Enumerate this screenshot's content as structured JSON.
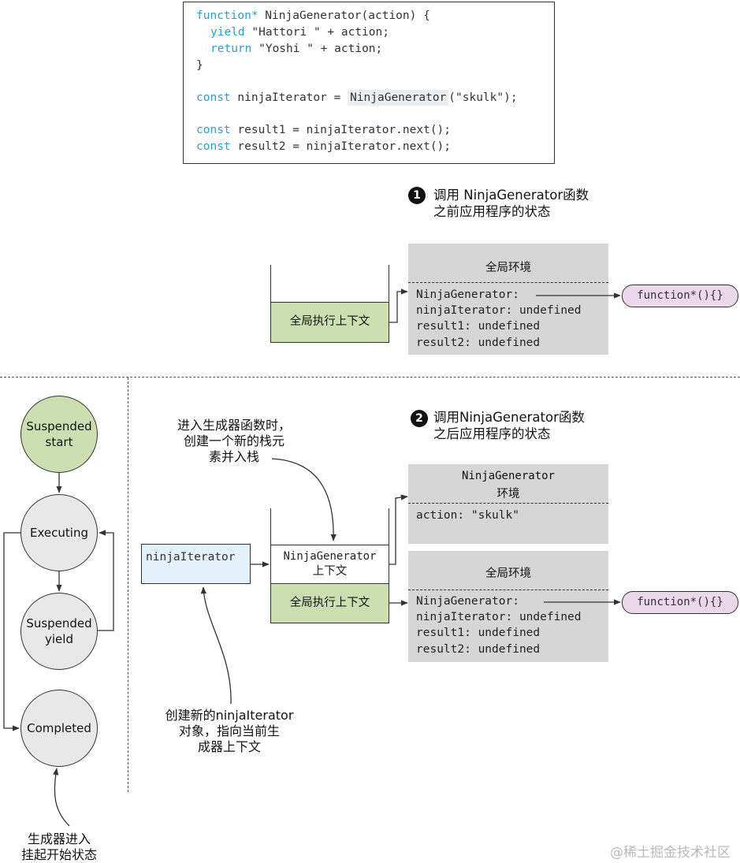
{
  "code": {
    "line1_kw": "function*",
    "line1_rest": " NinjaGenerator(action) {",
    "line2_kw": "yield",
    "line2_rest": " \"Hattori \" + action;",
    "line3_kw": "return",
    "line3_rest": " \"Yoshi \" + action;",
    "line4": "}",
    "line5_kw": "const",
    "line5_mid": " ninjaIterator = ",
    "line5_hl": "NinjaGenerator",
    "line5_end": "(\"skulk\");",
    "line6_kw": "const",
    "line6_rest": " result1 = ninjaIterator.next();",
    "line7_kw": "const",
    "line7_rest": " result2 = ninjaIterator.next();"
  },
  "step1": {
    "badge": "1",
    "line1": "调用 NinjaGenerator函数",
    "line2": "之前应用程序的状态"
  },
  "step2": {
    "badge": "2",
    "line1": "调用NinjaGenerator函数",
    "line2": "之后应用程序的状态"
  },
  "top_section": {
    "stack_frame": "全局执行上下文",
    "global_env": {
      "title": "全局环境",
      "lines": [
        "NinjaGenerator:",
        "ninjaIterator: undefined",
        "result1: undefined",
        "result2: undefined"
      ]
    },
    "func_pill": "function*(){}"
  },
  "bottom_section": {
    "ninja_env": {
      "title1": "NinjaGenerator",
      "title2": "环境",
      "lines": [
        "action: \"skulk\""
      ]
    },
    "global_env": {
      "title": "全局环境",
      "lines": [
        "NinjaGenerator:",
        "ninjaIterator: undefined",
        "result1: undefined",
        "result2: undefined"
      ]
    },
    "func_pill": "function*(){}",
    "stack_frame_ninja_1": "NinjaGenerator",
    "stack_frame_ninja_2": "上下文",
    "stack_frame_global": "全局执行上下文",
    "iterator_box": "ninjaIterator",
    "note_top": [
      "进入生成器函数时，",
      "创建一个新的栈元",
      "素并入栈"
    ],
    "note_bottom": [
      "创建新的ninjaIterator",
      "对象，指向当前生",
      "成器上下文"
    ]
  },
  "states": {
    "suspended_start": [
      "Suspended",
      "start"
    ],
    "executing": "Executing",
    "suspended_yield": [
      "Suspended",
      "yield"
    ],
    "completed": "Completed",
    "note": [
      "生成器进入",
      "挂起开始状态"
    ]
  },
  "watermark": "@稀土掘金技术社区",
  "colors": {
    "keyword": "#2a9fd0",
    "green_frame": "#cddfb0",
    "env_gray": "#d6d6d6",
    "func_pill": "#ebd8ea",
    "iterator_blue": "#e3f1fa"
  }
}
